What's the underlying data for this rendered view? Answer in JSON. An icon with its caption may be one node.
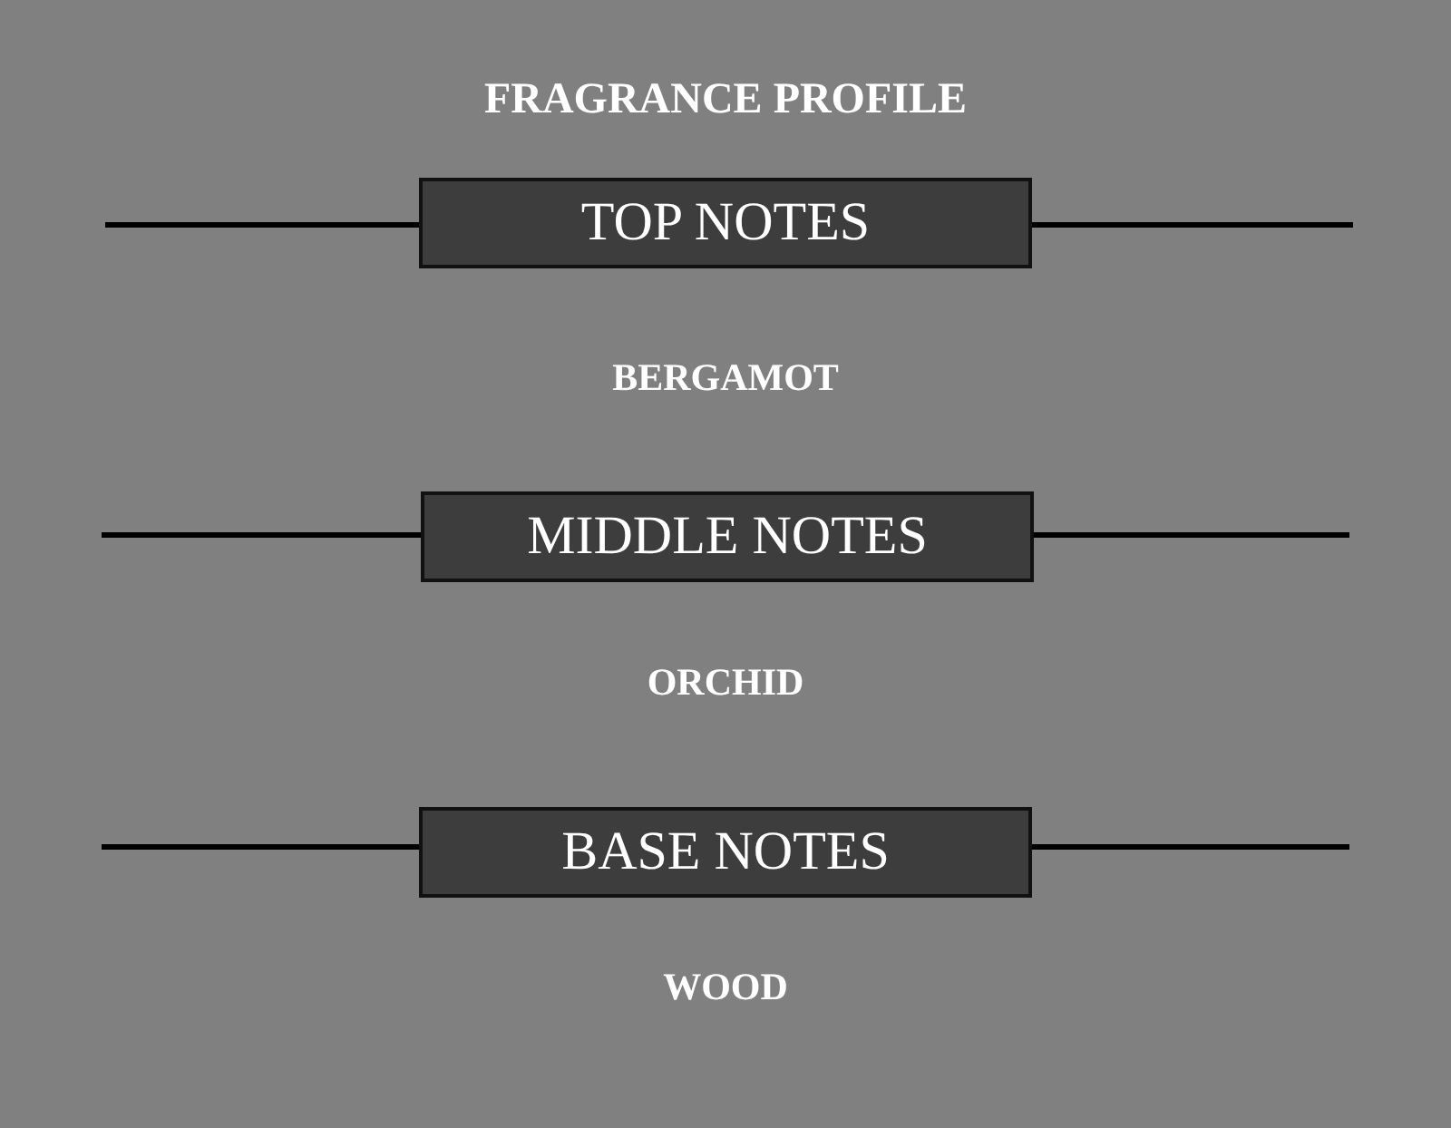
{
  "diagram": {
    "title": "FRAGRANCE PROFILE",
    "nodes": [
      {
        "text": [
          "TOP NOTES"
        ],
        "beside": [
          "BERGAMOT"
        ]
      },
      {
        "text": [
          "MIDDLE NOTES"
        ],
        "beside": [
          "ORCHID"
        ]
      },
      {
        "text": [
          "BASE NOTES"
        ],
        "beside": [
          "WOOD"
        ]
      }
    ]
  }
}
